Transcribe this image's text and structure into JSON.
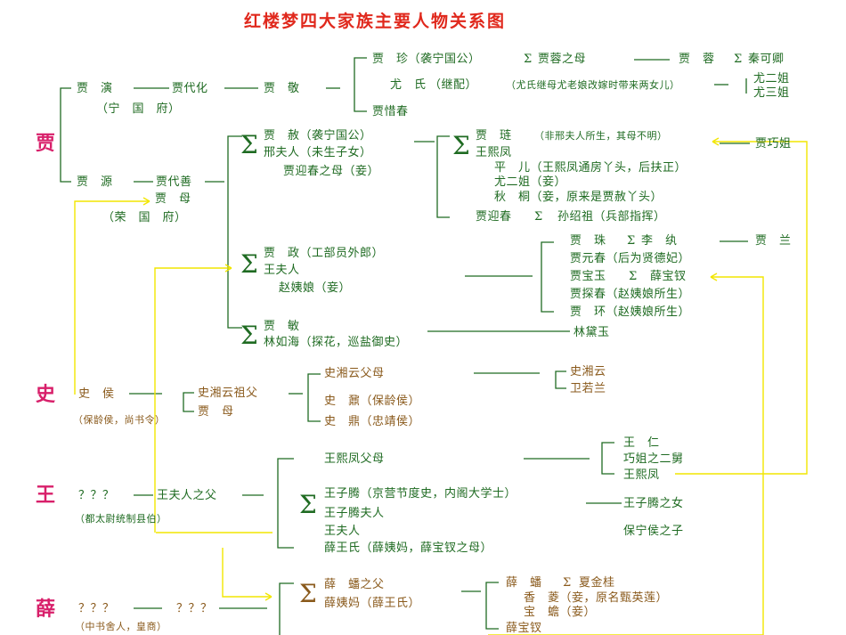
{
  "title": "红楼梦四大家族主要人物关系图",
  "colors": {
    "green": "#1f6b22",
    "brown": "#8a5a1c",
    "family": "#d81f6a",
    "title": "#e0281c",
    "arrow": "#f2e600"
  },
  "families": {
    "jia": "贾",
    "shi": "史",
    "wang": "王",
    "xue": "薛"
  },
  "jia": {
    "yan": "贾　演",
    "daihua": "贾代化",
    "jing": "贾　敬",
    "ningguo": "（宁　国　府）",
    "zhen": "贾　珍（袭宁国公）",
    "zhen_mother": "贾蓉之母",
    "rong": "贾　蓉",
    "qinkeqing": "秦可卿",
    "youshi": "尤　氏",
    "youshi_note": "（继配）",
    "youshi_detail": "（尤氏继母尤老娘改嫁时带来两女儿）",
    "youerjie": "尤二姐",
    "yousanjie": "尤三姐",
    "xichun": "贾惜春",
    "yuan": "贾　源",
    "daishan": "贾代善",
    "jiamu": "贾　母",
    "rongguo": "（荣　国　府）",
    "she": "贾　赦（袭宁国公）",
    "xingfuren": "邢夫人（未生子女）",
    "yingchun_mother": "贾迎春之母（妾）",
    "lian": "贾　琏",
    "lian_note": "（非邢夫人所生，其母不明）",
    "xifeng": "王熙凤",
    "qiaojie": "贾巧姐",
    "pinger": "平　儿（王熙凤通房丫头，后扶正）",
    "youerjie2": "尤二姐（妾）",
    "qiutong": "秋　桐（妾，原来是贾赦丫头）",
    "yingchun": "贾迎春",
    "sunshaozu": "孙绍祖（兵部指挥）",
    "zheng": "贾　政（工部员外郎）",
    "wangfuren": "王夫人",
    "zhaoyiniang": "赵姨娘（妾）",
    "zhu": "贾　珠",
    "liwan": "李　纨",
    "lan": "贾　兰",
    "yuanchun": "贾元春（后为贤德妃）",
    "baoyu": "贾宝玉",
    "baochai": "薛宝钗",
    "tanchun": "贾探春（赵姨娘所生）",
    "huan": "贾　环（赵姨娘所生）",
    "min": "贾　敏",
    "linruhai": "林如海（探花，巡盐御史）",
    "daiyu": "林黛玉"
  },
  "shi": {
    "hou": "史　侯",
    "hou_note": "（保龄侯，尚书令）",
    "xiangyun_grandfather": "史湘云祖父",
    "jiamu": "贾　母",
    "xiangyun_parents": "史湘云父母",
    "nai": "史　鼐（保龄侯）",
    "ding": "史　鼎（忠靖侯）",
    "xiangyun": "史湘云",
    "weiruolan": "卫若兰"
  },
  "wang": {
    "unknown": "？？？",
    "father": "王夫人之父",
    "note": "（都太尉统制县伯）",
    "xifeng_parents": "王熙凤父母",
    "ziteng": "王子腾（京营节度史，内阁大学士）",
    "ziteng_wife": "王子腾夫人",
    "wangfuren": "王夫人",
    "xuewangshi": "薛王氏（薛姨妈，薛宝钗之母）",
    "ren": "王　仁",
    "qiaojie_uncle": "巧姐之二舅",
    "xifeng": "王熙凤",
    "ziteng_daughter": "王子腾之女",
    "baoningyhou_son": "保宁侯之子"
  },
  "xue": {
    "unknown1": "？？？",
    "unknown2": "？？？",
    "note": "（中书舍人，皇商）",
    "pan_father": "薛　蟠之父",
    "xueyima": "薛姨妈（薛王氏）",
    "pan": "薛　蟠",
    "xiajingui": "夏金桂",
    "xiangling": "香　菱（妾，原名甄英莲）",
    "baochan": "宝　蟾（妾）",
    "baochai": "薛宝钗"
  },
  "symbols": {
    "sigma": "Σ"
  }
}
